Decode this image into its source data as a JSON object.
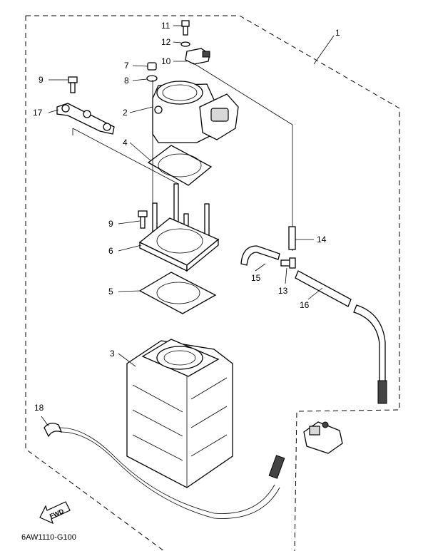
{
  "diagram": {
    "code": "6AW1110-G100",
    "fwd_label": "FWD",
    "callouts": [
      {
        "id": "c1",
        "text": "1"
      },
      {
        "id": "c2",
        "text": "2"
      },
      {
        "id": "c3",
        "text": "3"
      },
      {
        "id": "c4",
        "text": "4"
      },
      {
        "id": "c5",
        "text": "5"
      },
      {
        "id": "c6",
        "text": "6"
      },
      {
        "id": "c7",
        "text": "7"
      },
      {
        "id": "c8",
        "text": "8"
      },
      {
        "id": "c9a",
        "text": "9"
      },
      {
        "id": "c9b",
        "text": "9"
      },
      {
        "id": "c10",
        "text": "10"
      },
      {
        "id": "c11",
        "text": "11"
      },
      {
        "id": "c12",
        "text": "12"
      },
      {
        "id": "c13",
        "text": "13"
      },
      {
        "id": "c14",
        "text": "14"
      },
      {
        "id": "c15",
        "text": "15"
      },
      {
        "id": "c16",
        "text": "16"
      },
      {
        "id": "c17",
        "text": "17"
      },
      {
        "id": "c18",
        "text": "18"
      }
    ]
  }
}
